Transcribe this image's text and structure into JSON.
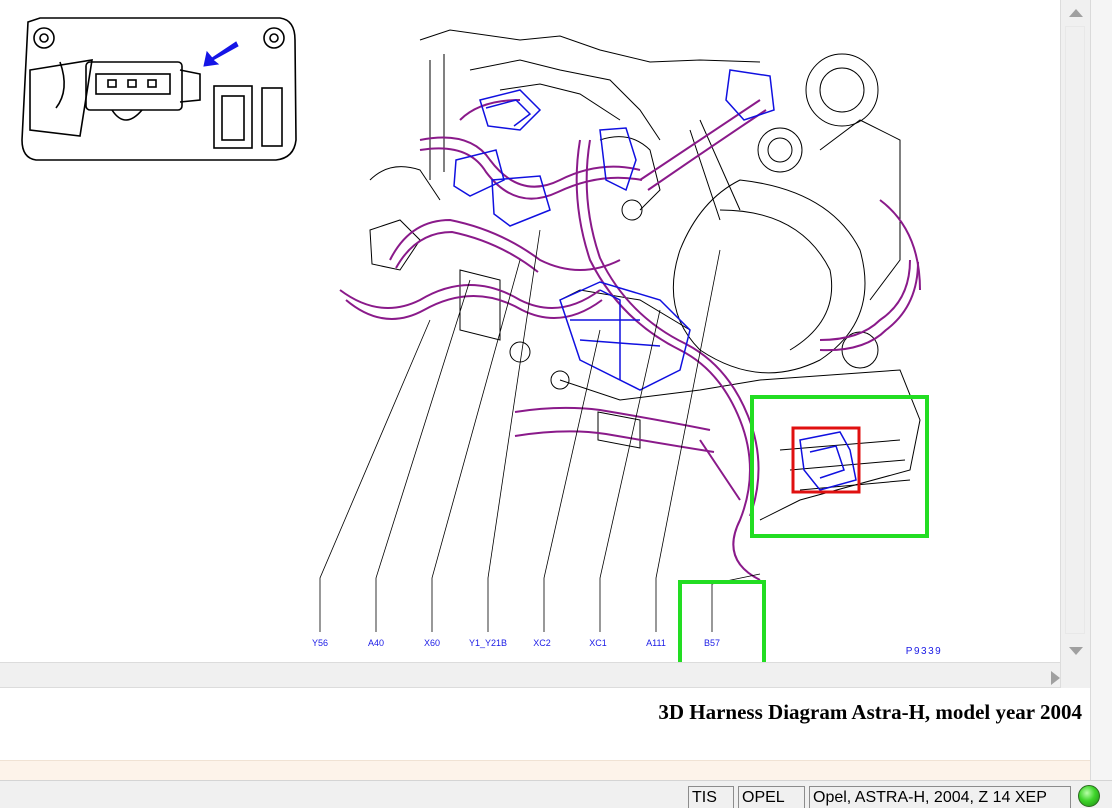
{
  "diagram": {
    "callouts": [
      "Y56",
      "A40",
      "X60",
      "Y1_Y21B",
      "XC2",
      "XC1",
      "A111",
      "B57"
    ],
    "figure_ref": "P9339",
    "selected_component": "B57",
    "colors": {
      "harness": "#8a1a8a",
      "connector": "#1010e0",
      "outline": "#000000",
      "highlight_box": "#22dd22",
      "selection_box": "#e01010",
      "callout_text": "#1a1ae6"
    }
  },
  "caption": {
    "title": "3D Harness Diagram Astra-H, model year 2004"
  },
  "status": {
    "app": "TIS",
    "brand": "OPEL",
    "vehicle": "Opel, ASTRA-H, 2004, Z 14 XEP",
    "indicator": "green-status-light"
  },
  "icons": {
    "scroll_up": "triangle-up-icon",
    "scroll_down": "triangle-down-icon",
    "scroll_right": "triangle-right-icon"
  }
}
